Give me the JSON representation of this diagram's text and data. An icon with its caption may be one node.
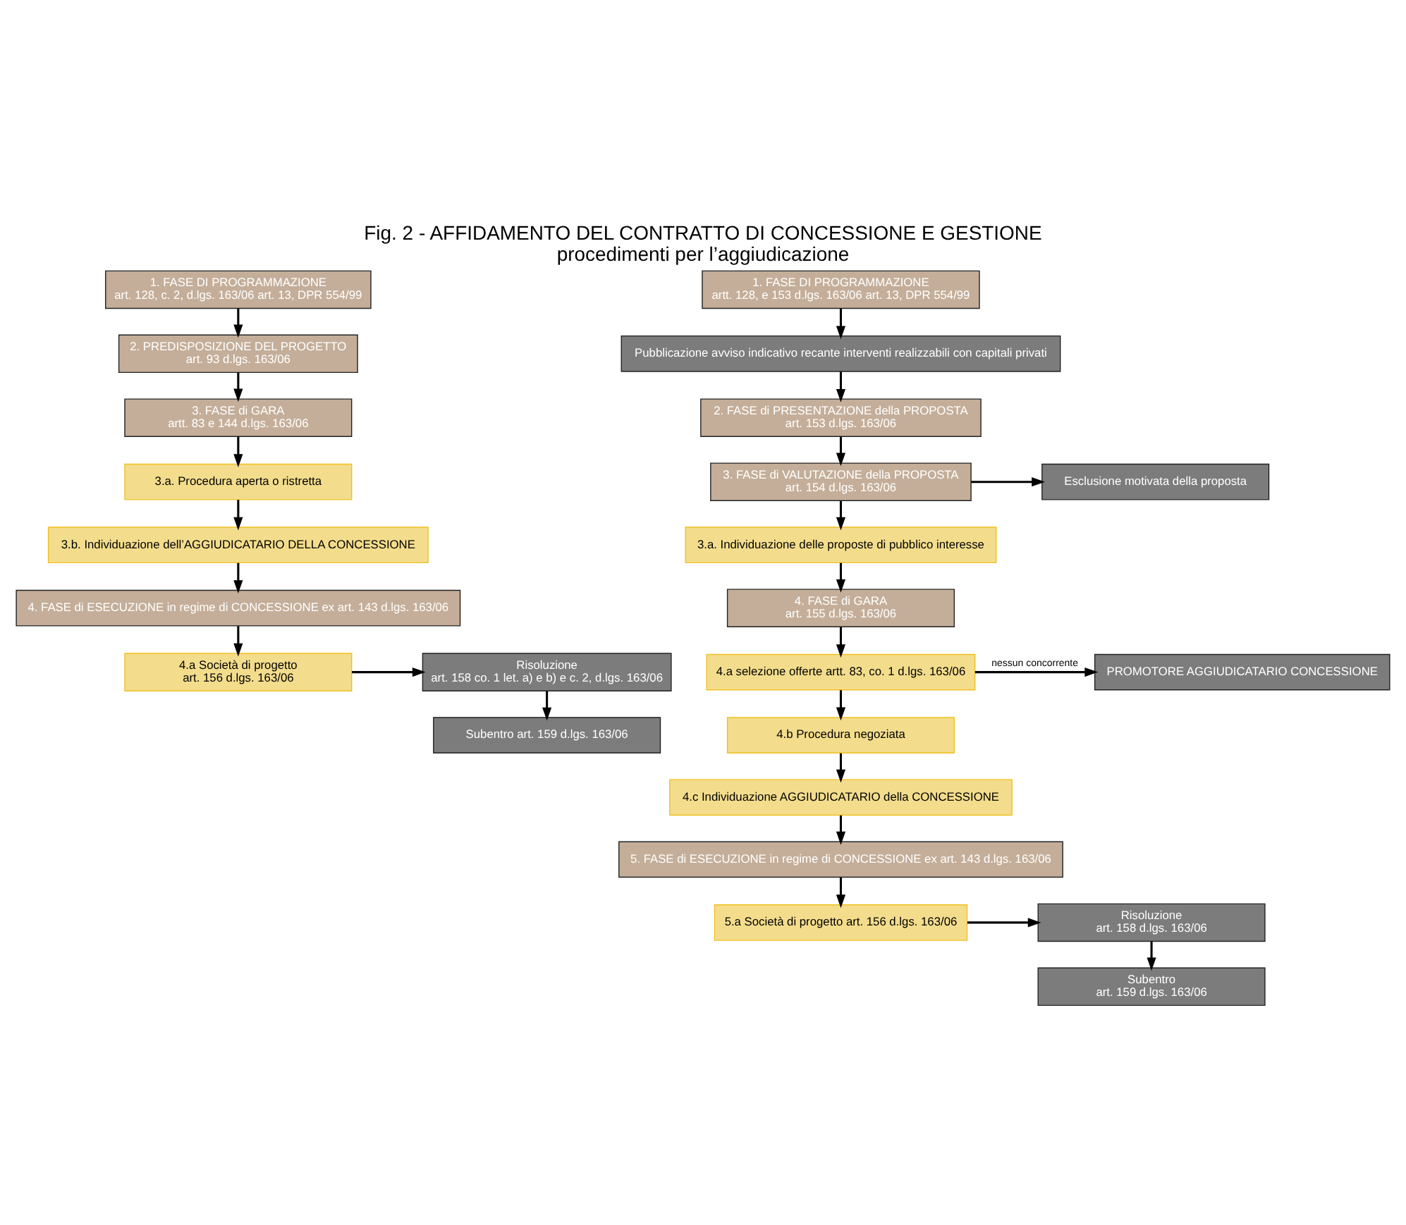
{
  "diagram": {
    "title": "Fig. 2 - AFFIDAMENTO DEL CONTRATTO DI CONCESSIONE E GESTIONE",
    "caption": "procedimenti per l’aggiudicazione",
    "nodes": [
      {
        "text": [
          "1. FASE DI PROGRAMMAZIONE",
          "art. 128, c. 2, d.lgs. 163/06 art. 13, DPR 554/99"
        ]
      },
      {
        "text": [
          "2. PREDISPOSIZIONE DEL PROGETTO",
          "art. 93 d.lgs. 163/06"
        ]
      },
      {
        "text": [
          "3. FASE di GARA",
          "artt. 83 e 144 d.lgs. 163/06"
        ]
      },
      {
        "text": [
          "3.a. Procedura aperta o ristretta"
        ]
      },
      {
        "text": [
          "3.b. Individuazione dell’AGGIUDICATARIO DELLA CONCESSIONE"
        ]
      },
      {
        "text": [
          "4. FASE di ESECUZIONE in regime di CONCESSIONE ex art. 143 d.lgs. 163/06"
        ]
      },
      {
        "text": [
          "4.a Società di progetto",
          "art. 156 d.lgs. 163/06"
        ]
      },
      {
        "text": [
          "Risoluzione",
          "art. 158 co. 1 let. a) e b) e c. 2, d.lgs. 163/06"
        ]
      },
      {
        "text": [
          "Subentro art. 159 d.lgs. 163/06"
        ]
      },
      {
        "text": [
          "1. FASE DI PROGRAMMAZIONE",
          "artt. 128, e 153 d.lgs. 163/06 art. 13, DPR 554/99"
        ]
      },
      {
        "text": [
          "Pubblicazione avviso indicativo recante interventi realizzabili con capitali privati"
        ]
      },
      {
        "text": [
          "2. FASE di PRESENTAZIONE della PROPOSTA",
          "art. 153 d.lgs. 163/06"
        ]
      },
      {
        "text": [
          "3. FASE di VALUTAZIONE della PROPOSTA",
          "art. 154 d.lgs. 163/06"
        ]
      },
      {
        "text": [
          "Esclusione motivata della proposta"
        ]
      },
      {
        "text": [
          "3.a. Individuazione delle proposte di pubblico interesse"
        ]
      },
      {
        "text": [
          "4. FASE di GARA",
          "art. 155 d.lgs. 163/06"
        ]
      },
      {
        "text": [
          "4.a selezione offerte artt. 83, co. 1 d.lgs. 163/06"
        ]
      },
      {
        "text": [
          "PROMOTORE AGGIUDICATARIO CONCESSIONE"
        ]
      },
      {
        "text": [
          "4.b Procedura negoziata"
        ]
      },
      {
        "text": [
          "4.c Individuazione AGGIUDICATARIO della CONCESSIONE"
        ]
      },
      {
        "text": [
          "5. FASE di ESECUZIONE in regime di CONCESSIONE ex art. 143 d.lgs. 163/06"
        ]
      },
      {
        "text": [
          "5.a Società di progetto art. 156 d.lgs. 163/06"
        ]
      },
      {
        "text": [
          "Risoluzione",
          "art. 158 d.lgs. 163/06"
        ]
      },
      {
        "text": [
          "Subentro",
          "art. 159 d.lgs. 163/06"
        ]
      }
    ],
    "edges": [
      {
        "from": 0,
        "to": 1,
        "arrow": "to"
      },
      {
        "from": 1,
        "to": 2,
        "arrow": "to"
      },
      {
        "from": 2,
        "to": 3,
        "arrow": "to"
      },
      {
        "from": 3,
        "to": 4,
        "arrow": "to"
      },
      {
        "from": 4,
        "to": 5,
        "arrow": "to"
      },
      {
        "from": 5,
        "to": 6,
        "arrow": "to"
      },
      {
        "from": 6,
        "to": 7,
        "arrow": "to"
      },
      {
        "from": 7,
        "to": 8,
        "arrow": "to"
      },
      {
        "from": 9,
        "to": 10,
        "arrow": "to"
      },
      {
        "from": 10,
        "to": 11,
        "arrow": "to"
      },
      {
        "from": 11,
        "to": 12,
        "arrow": "to"
      },
      {
        "from": 12,
        "to": 13,
        "arrow": "to"
      },
      {
        "from": 12,
        "to": 14,
        "arrow": "to"
      },
      {
        "from": 14,
        "to": 15,
        "arrow": "to"
      },
      {
        "from": 15,
        "to": 16,
        "arrow": "to"
      },
      {
        "from": 16,
        "to": 17,
        "arrow": "to",
        "label": "nessun concorrente"
      },
      {
        "from": 16,
        "to": 18,
        "arrow": "to"
      },
      {
        "from": 18,
        "to": 19,
        "arrow": "to"
      },
      {
        "from": 19,
        "to": 20,
        "arrow": "to"
      },
      {
        "from": 20,
        "to": 21,
        "arrow": "to"
      },
      {
        "from": 21,
        "to": 22,
        "arrow": "to"
      },
      {
        "from": 22,
        "to": 23,
        "arrow": "to"
      }
    ]
  }
}
